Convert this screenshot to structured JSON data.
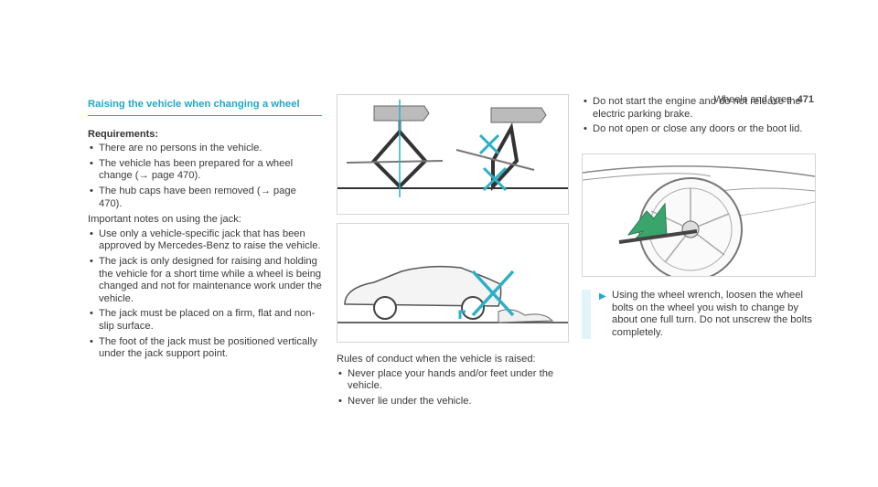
{
  "header": {
    "section": "Wheels and tyres",
    "page_number": "471"
  },
  "col1": {
    "title": "Raising the vehicle when changing a wheel",
    "requirements_label": "Requirements:",
    "requirements": [
      "There are no persons in the vehicle.",
      "The vehicle has been prepared for a wheel change (→ page 470).",
      "The hub caps have been removed (→ page 470)."
    ],
    "notes_intro": "Important notes on using the jack:",
    "notes": [
      "Use only a vehicle-specific jack that has been approved by Mercedes-Benz to raise the vehi­cle.",
      "The jack is only designed for raising and hold­ing the vehicle for a short time while a wheel is being changed and not for maintenance work under the vehicle.",
      "The jack must be placed on a firm, flat and non-slip surface.",
      "The foot of the jack must be positioned verti­cally under the jack support point."
    ]
  },
  "col2": {
    "rules_intro": "Rules of conduct when the vehicle is raised:",
    "rules": [
      "Never place your hands and/or feet under the vehicle.",
      "Never lie under the vehicle."
    ]
  },
  "col3": {
    "bullets": [
      "Do not start the engine and do not release the electric parking brake.",
      "Do not open or close any doors or the boot lid."
    ],
    "instruction": "Using the wheel wrench, loosen the wheel bolts on the wheel you wish to change by about one full turn. Do not unscrew the bolts completely."
  },
  "colors": {
    "accent": "#22a8c8",
    "warning_x": "#2bb0c8",
    "arrow_green": "#3aa56a"
  },
  "figures": {
    "fig1": "jack-comparison-illustration",
    "fig2": "car-raised-warning-illustration",
    "fig3": "wheel-wrench-illustration"
  }
}
